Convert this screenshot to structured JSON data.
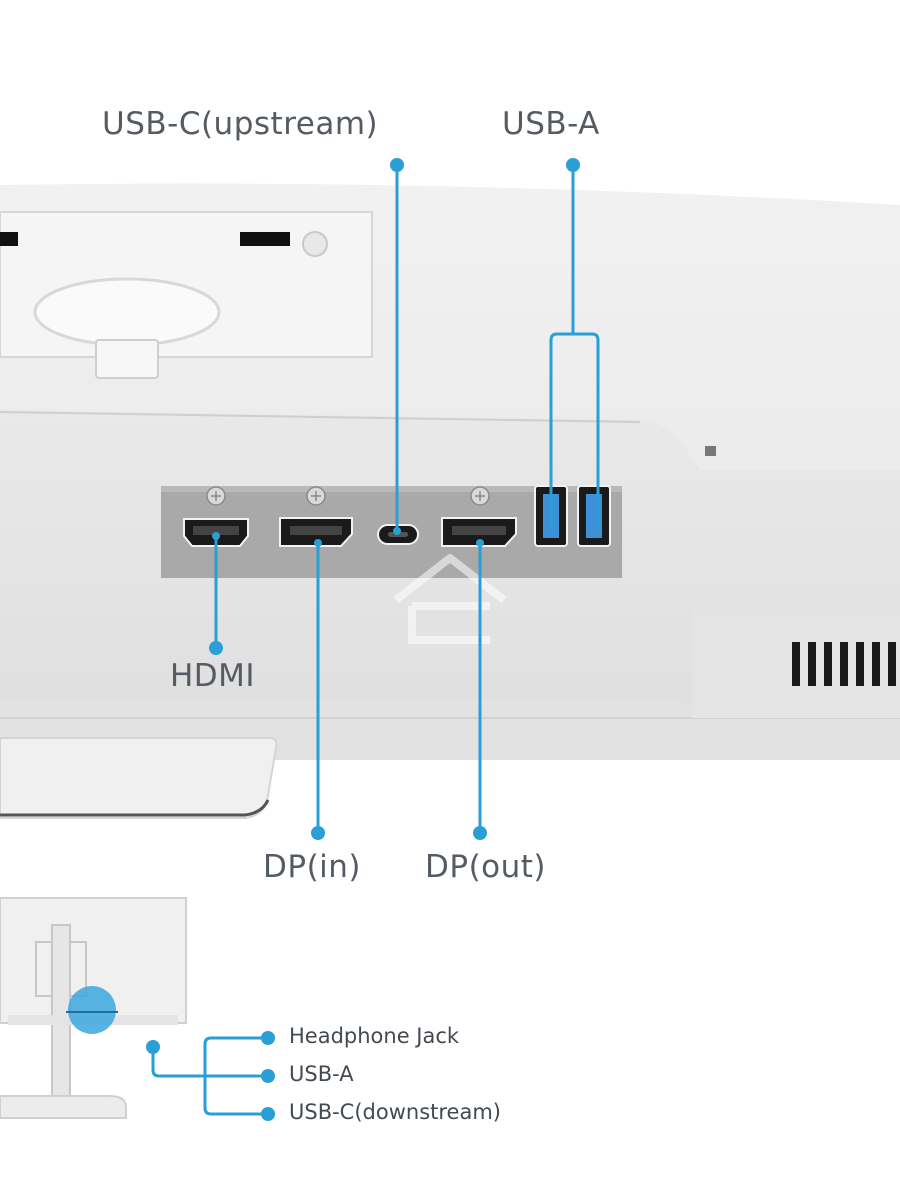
{
  "labels": {
    "usb_c_upstream": "USB-C(upstream)",
    "usb_a_top": "USB-A",
    "hdmi": "HDMI",
    "dp_in": "DP(in)",
    "dp_out": "DP(out)"
  },
  "side_ports": {
    "headphone_jack": "Headphone Jack",
    "usb_a": "USB-A",
    "usb_c_downstream": "USB-C(downstream)"
  },
  "colors": {
    "callout": "#2a9fd6",
    "panel": "#a9a9a9",
    "body": "#ececec",
    "port_black": "#1a1a1a",
    "usb_a_blue": "#3d8fd8"
  },
  "icons": {
    "screw": "screw-icon",
    "watermark": "house-logo-icon"
  }
}
